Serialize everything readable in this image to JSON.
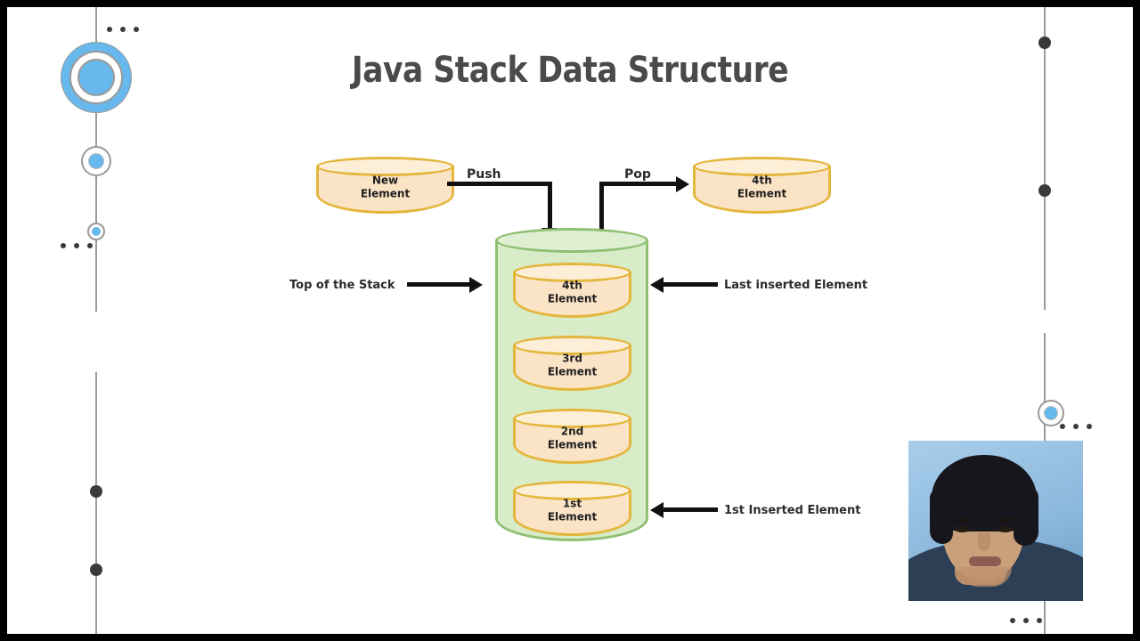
{
  "slide": {
    "title": "Java Stack Data Structure",
    "background_color": "#ffffff",
    "letterbox_color": "#000000"
  },
  "diagram": {
    "input_element": {
      "line1": "New",
      "line2": "Element"
    },
    "output_element": {
      "line1": "4th",
      "line2": "Element"
    },
    "operations": {
      "push_label": "Push",
      "pop_label": "Pop"
    },
    "container": {
      "name": "stack-cylinder",
      "fill_color": "#d8ecc8",
      "border_color": "#8fbf72"
    },
    "stack_items": [
      {
        "line1": "4th",
        "line2": "Element"
      },
      {
        "line1": "3rd",
        "line2": "Element"
      },
      {
        "line1": "2nd",
        "line2": "Element"
      },
      {
        "line1": "1st",
        "line2": "Element"
      }
    ],
    "annotations": {
      "left_top": "Top of the Stack",
      "right_top": "Last inserted Element",
      "right_bottom": "1st Inserted Element"
    },
    "colors": {
      "element_fill": "#fbe3c6",
      "element_border": "#e3b63c",
      "arrow": "#111111",
      "title_text": "#4a4a4a"
    }
  },
  "decorations": {
    "accent_color": "#67b8ec",
    "line_color": "#9a9a9a",
    "dot_color": "#3a3a3a"
  }
}
